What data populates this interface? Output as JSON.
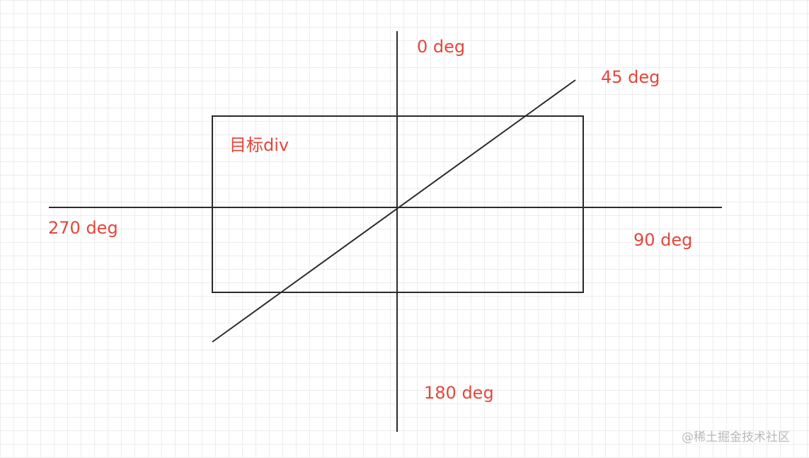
{
  "labels": {
    "top": "0 deg",
    "diagonal": "45 deg",
    "right": "90 deg",
    "bottom": "180 deg",
    "left": "270 deg",
    "box": "目标div"
  },
  "watermark": "@稀土掘金技术社区",
  "colors": {
    "label": "#e5463a",
    "line": "#2b2b2b",
    "grid": "#ececec",
    "watermark": "#b9b9b9"
  }
}
